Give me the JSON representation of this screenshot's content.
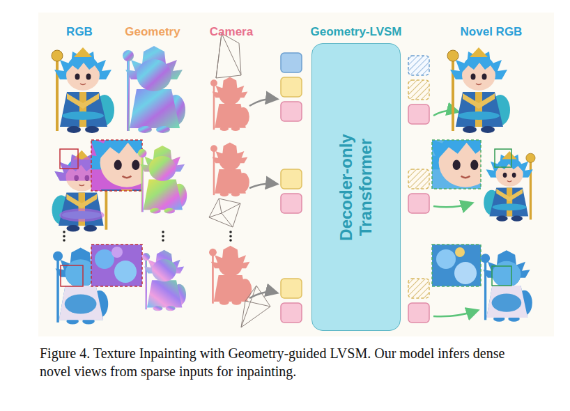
{
  "diagram": {
    "caption": "Figure 4. Texture Inpainting with Geometry-guided LVSM. Our model infers dense novel views from sparse inputs for inpainting.",
    "nodes": [
      {
        "text": [
          "Decoder-only Transformer"
        ]
      }
    ],
    "labels": [
      "RGB",
      "Geometry",
      "Camera",
      "Geometry-LVSM",
      "Novel RGB"
    ]
  }
}
